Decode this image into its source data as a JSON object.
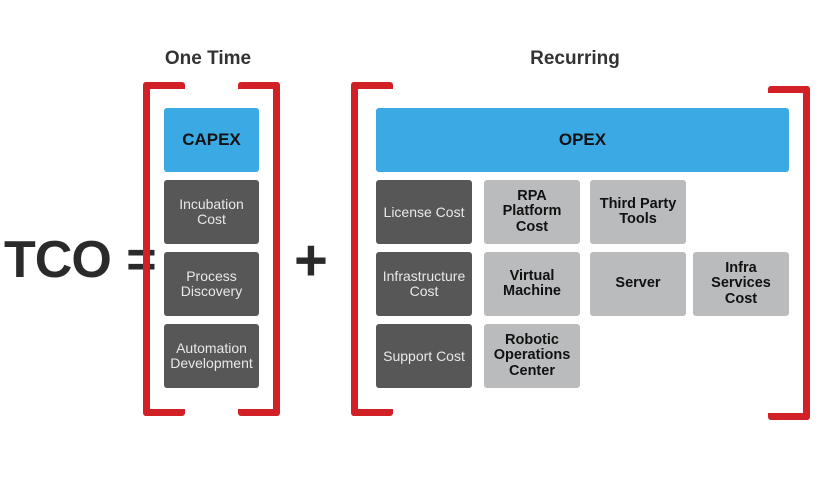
{
  "headings": {
    "one_time": "One Time",
    "recurring": "Recurring"
  },
  "equation": {
    "tco": "TCO",
    "equals": "=",
    "plus": "+"
  },
  "capex": {
    "title": "CAPEX",
    "items": [
      "Incubation Cost",
      "Process Discovery",
      "Automation Development"
    ]
  },
  "opex": {
    "title": "OPEX",
    "rows": [
      {
        "category": "License Cost",
        "items": [
          "RPA Platform Cost",
          "Third Party Tools"
        ]
      },
      {
        "category": "Infrastructure Cost",
        "items": [
          "Virtual Machine",
          "Server",
          "Infra Services Cost"
        ]
      },
      {
        "category": "Support Cost",
        "items": [
          "Robotic Operations Center"
        ]
      }
    ]
  },
  "colors": {
    "bracket": "#d22027",
    "header_box": "#3aa9e4",
    "category_box": "#575757",
    "item_box": "#b9bbbd"
  }
}
